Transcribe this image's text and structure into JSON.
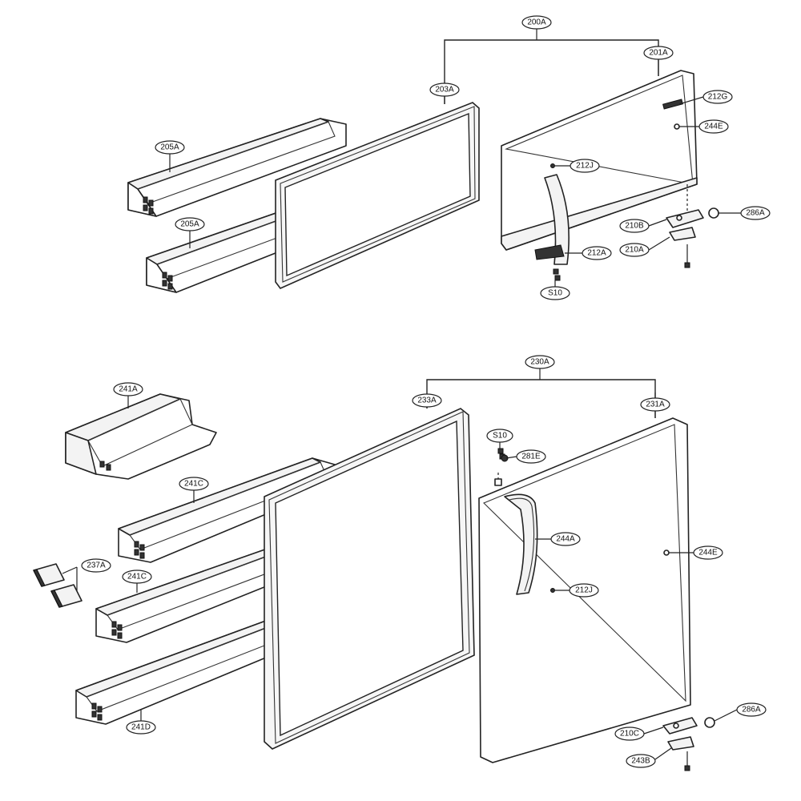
{
  "callouts": {
    "c200A": "200A",
    "c201A": "201A",
    "c203A": "203A",
    "c205A_top": "205A",
    "c205A_bottom": "205A",
    "c212G": "212G",
    "c244E_top": "244E",
    "c212J_top": "212J",
    "c210B": "210B",
    "c286A_top": "286A",
    "c210A": "210A",
    "c212A": "212A",
    "cS10_top": "S10",
    "c230A": "230A",
    "c231A": "231A",
    "c233A": "233A",
    "c241A": "241A",
    "c241C_top": "241C",
    "c241C_bottom": "241C",
    "c237A": "237A",
    "c241D": "241D",
    "cS10_bottom": "S10",
    "c281E": "281E",
    "c244A": "244A",
    "c244E_bottom": "244E",
    "c212J_bottom": "212J",
    "c286A_bottom": "286A",
    "c210C": "210C",
    "c243B": "243B"
  }
}
